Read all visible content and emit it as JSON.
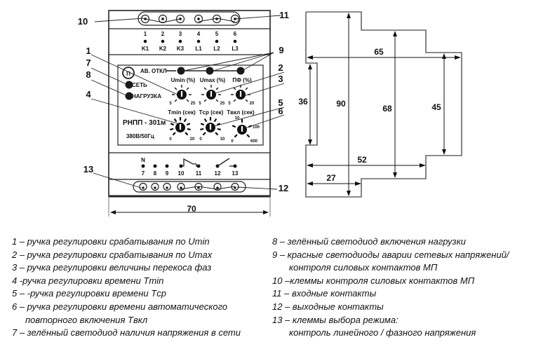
{
  "front_panel": {
    "top_terminals": {
      "numbers": [
        "1",
        "2",
        "3",
        "4",
        "5",
        "6"
      ],
      "labels": [
        "K1",
        "K2",
        "K3",
        "L1",
        "L2",
        "L3"
      ]
    },
    "logo_glyph": "П",
    "indicator_label": "АВ. ОТКЛ",
    "led_labels": {
      "network": "СЕТЬ",
      "load": "НАГРУЗКА"
    },
    "model": "РНПП - 301м",
    "rating": "380В/50Гц",
    "knobs": [
      {
        "id": 1,
        "title": "Umin (%)",
        "min": "5",
        "max": "25"
      },
      {
        "id": 2,
        "title": "Umax (%)",
        "min": "5",
        "max": "25"
      },
      {
        "id": 3,
        "title": "ПФ (%)",
        "min": "5",
        "max": "20"
      },
      {
        "id": 4,
        "title": "Tmin (сек)",
        "min": "0",
        "max": "20"
      },
      {
        "id": 5,
        "title": "Tср (сек)",
        "min": "0",
        "max": "10"
      },
      {
        "id": 6,
        "title": "Tвкл (сек)",
        "min": "0",
        "mid_low": "10",
        "mid_high": "100",
        "max": "600"
      }
    ],
    "bottom_terminals": {
      "n_label": "N",
      "numbers": [
        "7",
        "8",
        "9",
        "10",
        "11",
        "12",
        "13"
      ]
    },
    "width_dim": "70"
  },
  "callouts": [
    "1",
    "2",
    "3",
    "4",
    "5",
    "6",
    "7",
    "8",
    "9",
    "10",
    "11",
    "12",
    "13"
  ],
  "side_profile": {
    "dims": {
      "overall_depth": "65",
      "height_total": "90",
      "height_mid": "68",
      "height_front": "45",
      "rail": "36",
      "depth_52": "52",
      "depth_27": "27"
    }
  },
  "legend": {
    "left": [
      {
        "text": "1 – ручка регулировки срабатывания по Umin",
        "indent": false
      },
      {
        "text": "2 – ручка регулировки срабатывания по Umax",
        "indent": false
      },
      {
        "text": "3 – ручка регулировки величины перекоса фаз",
        "indent": false
      },
      {
        "text": "4  -ручка регулировки времени Tmin",
        "indent": false
      },
      {
        "text": "5 – -ручка регулировки времени  Tср",
        "indent": false
      },
      {
        "text": "6 – ручка регулировки времени автоматического",
        "indent": false
      },
      {
        "text": "повторного включения Tвкл",
        "indent": true
      },
      {
        "text": "7 – зелённый светодиод наличия напряжения в сети",
        "indent": false
      }
    ],
    "right": [
      {
        "text": "8 – зелённый светодиод включения нагрузки",
        "indent": false
      },
      {
        "text": "9 – красные светодиоды аварии сетевых напряжений/",
        "indent": false
      },
      {
        "text": "контроля силовых контактов МП",
        "indent": true
      },
      {
        "text": "10 –клеммы  контроля силовых контактов МП",
        "indent": false
      },
      {
        "text": "11 – входные контакты",
        "indent": false
      },
      {
        "text": "12 – выходные контакты",
        "indent": false
      },
      {
        "text": "13 – клеммы выбора режима:",
        "indent": false
      },
      {
        "text": "контроль линейного / фазного напряжения",
        "indent": true
      }
    ]
  }
}
